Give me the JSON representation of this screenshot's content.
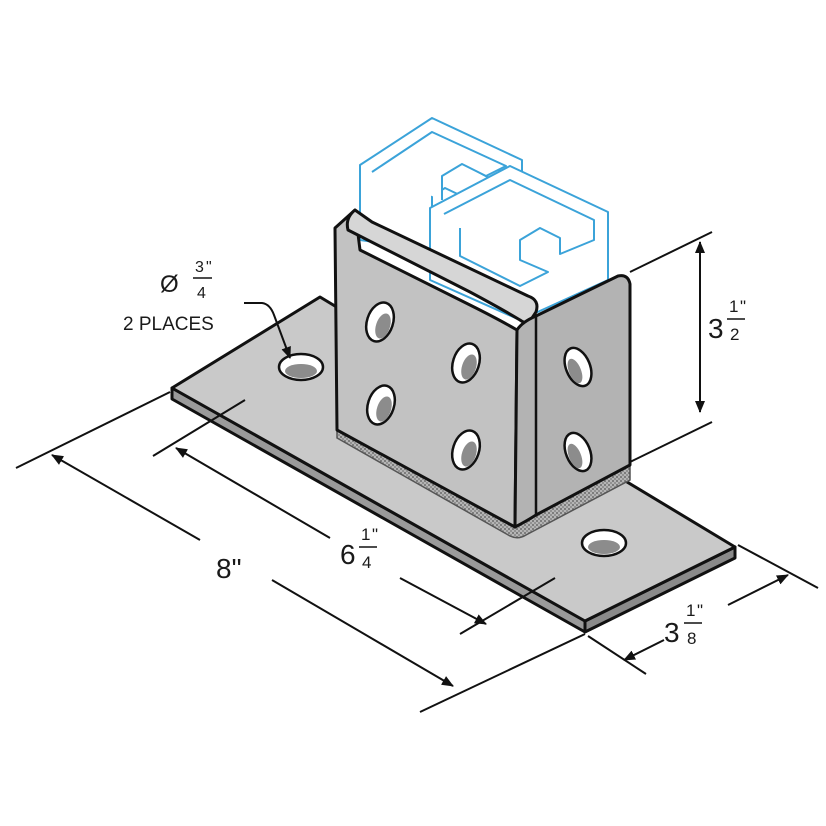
{
  "callouts": {
    "hole_diameter": {
      "symbol": "Ø",
      "num": "3",
      "den": "4",
      "unit": "\""
    },
    "hole_count": "2 PLACES"
  },
  "dimensions": {
    "height": {
      "whole": "3",
      "num": "1",
      "den": "2",
      "unit": "\""
    },
    "bolt_spacing": {
      "whole": "6",
      "num": "1",
      "den": "4",
      "unit": "\""
    },
    "length": {
      "text": "8\""
    },
    "width": {
      "whole": "3",
      "num": "1",
      "den": "8",
      "unit": "\""
    }
  },
  "colors": {
    "plate": "#c9c9c9",
    "plate_side": "#9a9a9a",
    "weld": "#7a7a7a",
    "channel": "#3ba3d9",
    "line": "#111111"
  }
}
